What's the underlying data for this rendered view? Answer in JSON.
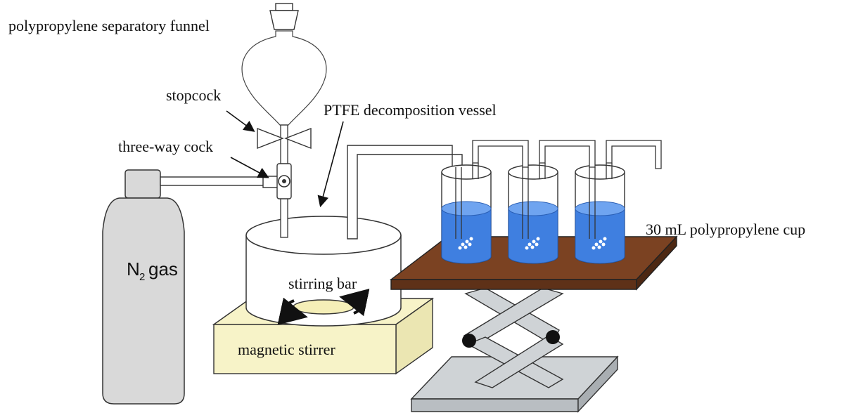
{
  "labels": {
    "funnel": "polypropylene separatory funnel",
    "stopcock": "stopcock",
    "three_way_cock": "three-way cock",
    "ptfe_vessel": "PTFE decomposition vessel",
    "cup": "30 mL polypropylene cup",
    "gas_main": "N",
    "gas_sub": "2",
    "gas_suffix": "gas",
    "stirring_bar": "stirring bar",
    "stirrer": "magnetic stirrer"
  },
  "colors": {
    "cylinder": "#d9d9d9",
    "stirrer": "#f7f3c8",
    "stirring_bar": "#f5efb8",
    "platform": "#7b4222",
    "liquid": "#3f7fe0",
    "jack": "#cfd3d6"
  }
}
